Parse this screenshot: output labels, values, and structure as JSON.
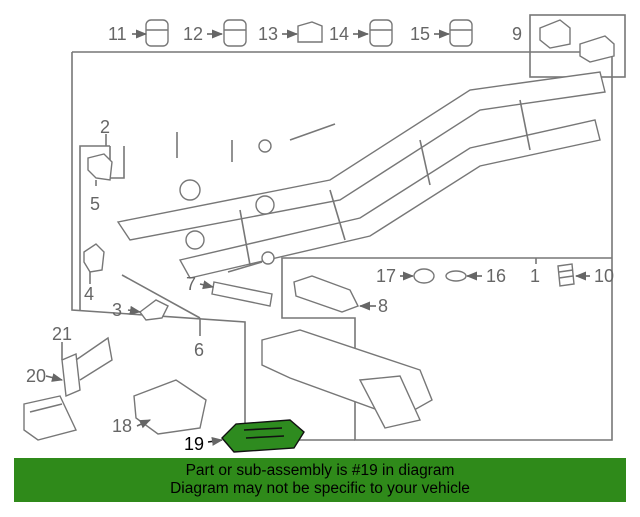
{
  "colors": {
    "banner_bg": "#2f8a1a",
    "highlight_part": "#2e8b1f",
    "line_art": "#777777"
  },
  "diagram": {
    "callouts": {
      "c1": "1",
      "c2": "2",
      "c3": "3",
      "c4": "4",
      "c5": "5",
      "c6": "6",
      "c7": "7",
      "c8": "8",
      "c9": "9",
      "c10": "10",
      "c11": "11",
      "c12": "12",
      "c13": "13",
      "c14": "14",
      "c15": "15",
      "c16": "16",
      "c17": "17",
      "c18": "18",
      "c19": "19",
      "c20": "20",
      "c21": "21"
    },
    "highlighted_part": "19"
  },
  "banner": {
    "line1": "Part or sub-assembly is #19 in diagram",
    "line2": "Diagram may not be specific to your vehicle"
  }
}
